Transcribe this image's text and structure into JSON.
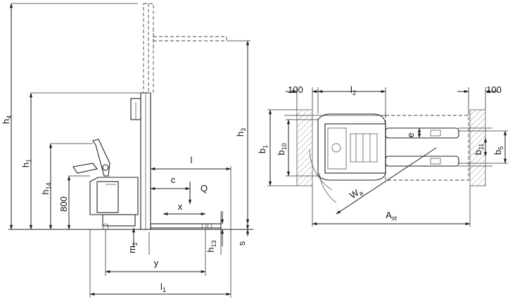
{
  "side_view": {
    "labels": {
      "h4": {
        "main": "h",
        "sub": "4"
      },
      "h1": {
        "main": "h",
        "sub": "1"
      },
      "h14": {
        "main": "h",
        "sub": "14"
      },
      "h3": {
        "main": "h",
        "sub": "3"
      },
      "h13": {
        "main": "h",
        "sub": "13"
      },
      "m2": {
        "main": "m",
        "sub": "2"
      },
      "l1": {
        "main": "l",
        "sub": "1"
      },
      "l": "l",
      "c": "c",
      "Q": "Q",
      "x": "x",
      "y": "y",
      "s": "s",
      "height_800": "800"
    }
  },
  "top_view": {
    "labels": {
      "clear_left": "100",
      "clear_right": "100",
      "l2": {
        "main": "l",
        "sub": "2"
      },
      "b1": {
        "main": "b",
        "sub": "1"
      },
      "b10": {
        "main": "b",
        "sub": "10"
      },
      "e": "e",
      "b11": {
        "main": "b",
        "sub": "11"
      },
      "b5": {
        "main": "b",
        "sub": "5"
      },
      "Wa": {
        "main": "W",
        "sub": "a"
      },
      "Ast": {
        "main": "A",
        "sub": "st"
      }
    }
  }
}
